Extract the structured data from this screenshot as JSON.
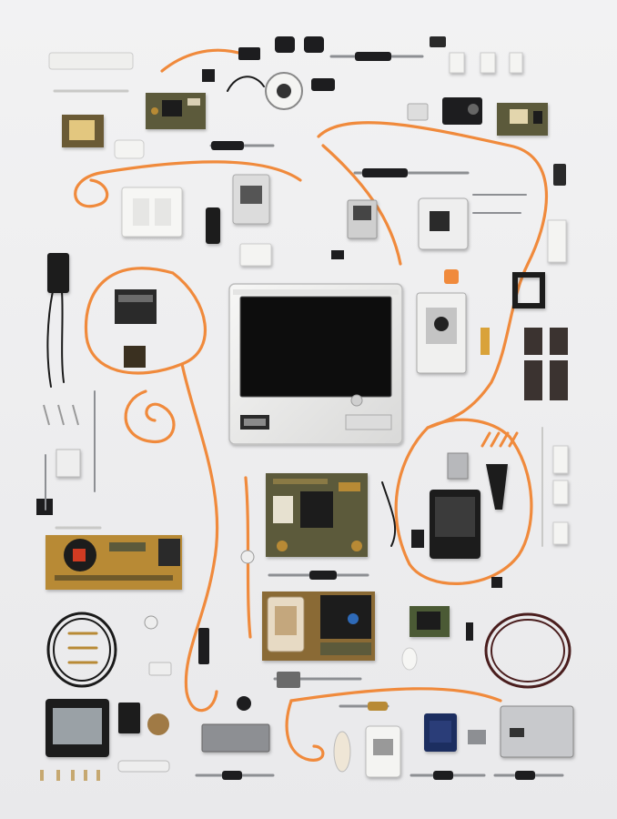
{
  "scene": {
    "background": "#eeeeef",
    "colors": {
      "cable_orange": "#f08a3c",
      "pcb_olive": "#5b5a3a",
      "pcb_gold": "#b88a35",
      "pcb_green": "#4c5a35",
      "chip_black": "#1d1d1f",
      "plastic_white": "#f6f6f4",
      "metal_grey": "#8d8f93",
      "wire_black": "#1a1a1a",
      "wire_maroon": "#4a1e1e",
      "screen_black": "#0a0a0c"
    },
    "objects": [
      "display-module",
      "orange-cables",
      "circuit-boards",
      "chips",
      "connectors",
      "screwdrivers",
      "cable-coils",
      "small-parts"
    ]
  }
}
